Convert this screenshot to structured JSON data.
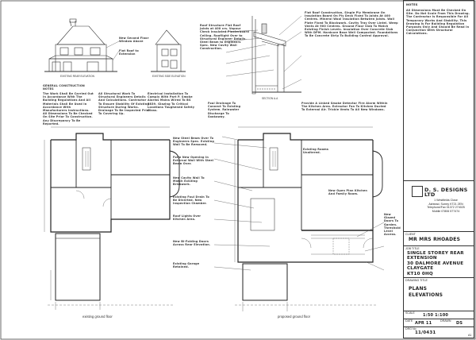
{
  "title_block": {
    "notes_heading": "NOTES",
    "company": "D. S. DESIGNS LTD",
    "address": [
      "1 Westfields Close",
      "Ashtead, Surrey KT21 2EN",
      "Telephone/Fax 01372 274025",
      "Mobile 07806 577474"
    ],
    "client_label": "CLIENT",
    "client": "MR MRS RHOADES",
    "project_label": "JOB TITLE",
    "project": [
      "SINGLE STOREY REAR",
      "EXTENSION",
      "30 DALMORE AVENUE",
      "CLAYGATE",
      "KT10 0HQ"
    ],
    "drawing_label": "DRAWING TITLE",
    "drawing": [
      "PLANS",
      "ELEVATIONS"
    ],
    "scale_label": "SCALE",
    "scale": "1:50  1:100",
    "date_label": "DATE",
    "date": "APR 11",
    "drawn_label": "DRAWN",
    "drawn": "DS",
    "number_label": "DRG No",
    "number": "11/0431",
    "revision": "A1"
  },
  "captions": {
    "existing_rear": "EXISTING REAR ELEVATION",
    "existing_side": "EXISTING SIDE ELEVATION",
    "section": "SECTION A-A",
    "general_notes": "GENERAL CONSTRUCTION NOTES",
    "existing_plan": "existing ground floor",
    "proposed_plan": "proposed ground floor"
  }
}
